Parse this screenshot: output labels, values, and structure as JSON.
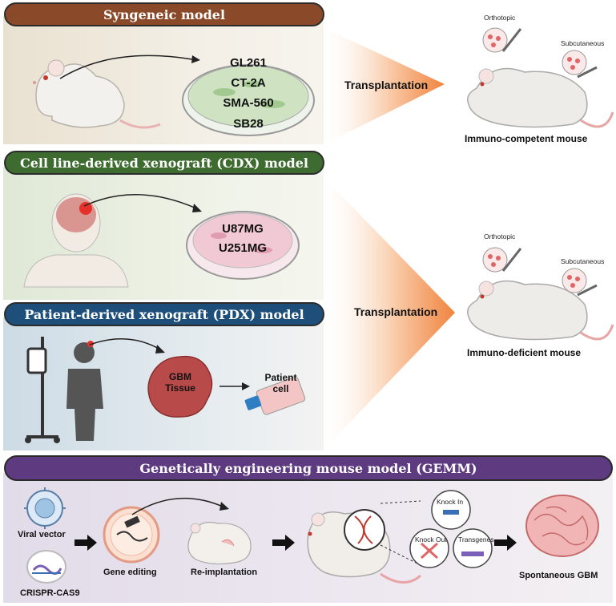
{
  "syngeneic": {
    "title": "Syngeneic model",
    "cell_lines": [
      "GL261",
      "CT-2A",
      "SMA-560",
      "SB28"
    ]
  },
  "cdx": {
    "title": "Cell line-derived xenograft (CDX) model",
    "cell_lines": [
      "U87MG",
      "U251MG"
    ]
  },
  "pdx": {
    "title": "Patient-derived xenograft (PDX) model",
    "tissue": "GBM\nTissue",
    "tissue_line1": "GBM",
    "tissue_line2": "Tissue",
    "cell_line1": "Patient",
    "cell_line2": "cell"
  },
  "transplant_top": {
    "label": "Transplantation",
    "orthotopic": "Orthotopic",
    "subcutaneous": "Subcutaneous",
    "mouse": "Immuno-competent mouse"
  },
  "transplant_bottom": {
    "label": "Transplantation",
    "orthotopic": "Orthotopic",
    "subcutaneous": "Subcutaneous",
    "mouse": "Immuno-deficient mouse"
  },
  "gemm": {
    "title": "Genetically engineering mouse model (GEMM)",
    "viral_vector": "Viral vector",
    "crispr": "CRISPR-CAS9",
    "gene_editing": "Gene editing",
    "reimplantation": "Re-implantation",
    "knock_in": "Knock In",
    "knock_out": "Knock Out",
    "transgenes": "Transgenes",
    "result": "Spontaneous GBM"
  },
  "colors": {
    "syngeneic": "#8a4a2a",
    "cdx": "#3e6b2f",
    "pdx": "#1d4f7a",
    "gemm": "#5e3a80",
    "arrow": "#f08a4b"
  }
}
